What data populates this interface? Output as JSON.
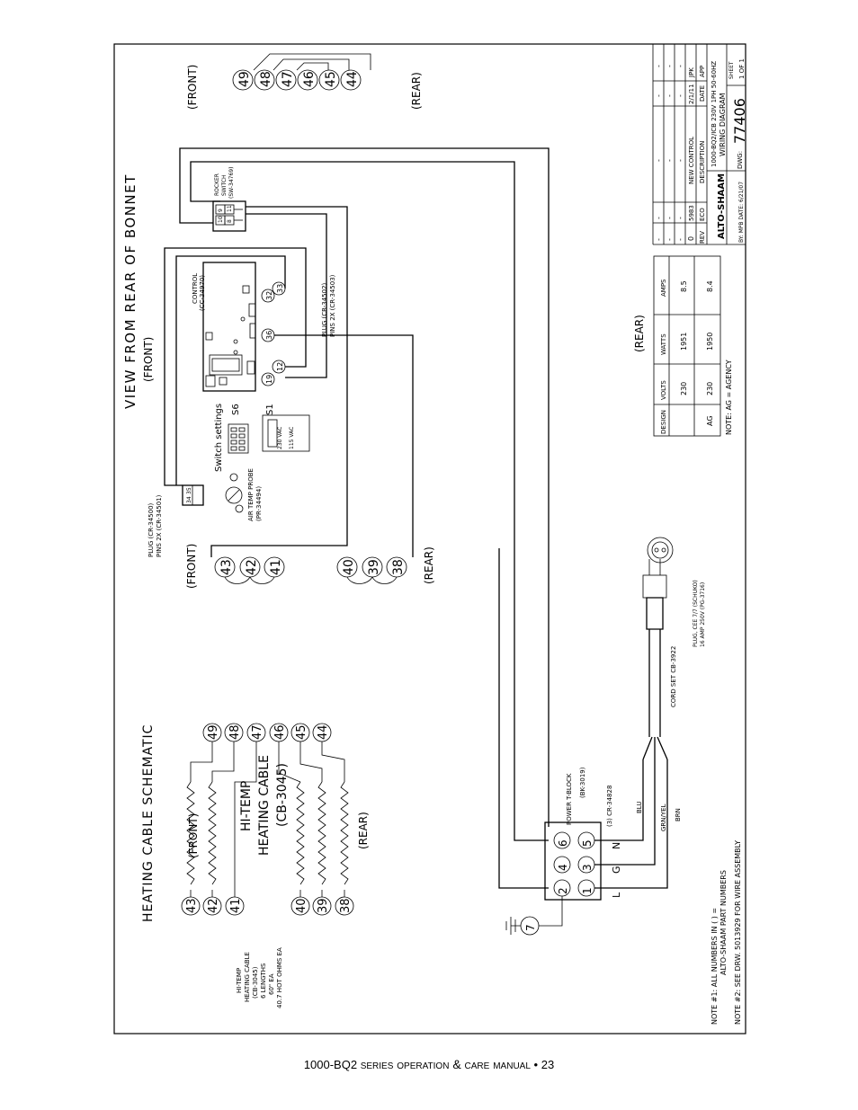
{
  "titles": {
    "main": "VIEW FROM REAR OF BONNET",
    "heating_schematic": "HEATING CABLE SCHEMATIC"
  },
  "labels": {
    "front": "(FRONT)",
    "rear": "(REAR)",
    "hi_temp_cable_line1": "HI-TEMP",
    "hi_temp_cable_line2": "HEATING CABLE",
    "hi_temp_cable_line3": "(CB-3045)",
    "control": "CONTROL",
    "control_part": "(CC-34970)",
    "rocker_line1": "ROCKER",
    "rocker_line2": "SWITCH",
    "rocker_part": "(SW-34769)",
    "plug_top_line1": "PLUG (CR-34502)",
    "plug_top_line2": "PINS 2X (CR-34503)",
    "plug_left_line1": "PLUG (CR-34500)",
    "plug_left_line2": "PINS 2X (CR-34501)",
    "switch_settings": "Switch settings",
    "s6": "S6",
    "s1": "S1",
    "vac_230": "230 VAC",
    "vac_115": "115 VAC",
    "air_probe_line1": "AIR TEMP PROBE",
    "air_probe_line2": "(PR-34494)",
    "tblock_line1": "POWER T-BLOCK",
    "tblock_line2": "(BK-3019)",
    "cr_34828": "(3) CR-34828",
    "blu": "BLU",
    "grn_yel": "GRN/YEL",
    "brn": "BRN",
    "cord_set": "CORD SET CB-3922",
    "plug_cord_line1": "PLUG, CEE 7/7 (SCHUKO)",
    "plug_cord_line2": "16 AMP 250V (PG-3716)",
    "letter_L": "L",
    "letter_G": "G",
    "letter_N": "N",
    "note1_line1": "NOTE #1: ALL NUMBERS IN ( ) =",
    "note1_line2": "ALTO-SHAAM PART NUMBERS",
    "note2": "NOTE #2: SEE DRW. 5013929 FOR WIRE ASSEMBLY",
    "side_line1": "HI-TEMP",
    "side_line2": "HEATING CABLE",
    "side_line3": "(CB-3045)",
    "side_line4": "6 LENGTHS",
    "side_line5": "60\" EA",
    "side_line6": "40.7 HOT OHMS EA"
  },
  "terminals": {
    "t49": "49",
    "t48": "48",
    "t47": "47",
    "t46": "46",
    "t45": "45",
    "t44": "44",
    "t43": "43",
    "t42": "42",
    "t41": "41",
    "t40": "40",
    "t39": "39",
    "t38": "38",
    "t32": "32",
    "t33": "33",
    "t36": "36",
    "t19": "19",
    "t12": "12",
    "t2": "2",
    "t1": "1",
    "t4": "4",
    "t3": "3",
    "t6": "6",
    "t5": "5",
    "t7": "7",
    "rk9": "9",
    "rk11": "11",
    "rk10": "10",
    "rk8": "8",
    "pl34": "34",
    "pl35": "35"
  },
  "design_table": {
    "headers": [
      "DESIGN",
      "VOLTS",
      "WATTS",
      "AMPS"
    ],
    "rows": [
      [
        "",
        "230",
        "1951",
        "8.5"
      ],
      [
        "AG",
        "230",
        "1950",
        "8.4"
      ]
    ],
    "note": "NOTE: AG = AGENCY"
  },
  "title_block": {
    "rev_header": [
      "REV",
      "ECO",
      "DESCRIPTION",
      "DATE",
      "APP"
    ],
    "rev_rows": [
      [
        "-",
        "-",
        "-",
        "-",
        "-"
      ],
      [
        "-",
        "-",
        "-",
        "-",
        "-"
      ],
      [
        "-",
        "-",
        "-",
        "-",
        "-"
      ],
      [
        "0",
        "5983",
        "NEW CONTROL",
        "2/1/11",
        "JPK"
      ]
    ],
    "company": "ALTO-SHAAM",
    "model": "1000-BQ2/ICB 230V 1PH 50-60HZ",
    "doc_title": "WIRING DIAGRAM",
    "dwg_label": "DWG:",
    "dwg_number": "77406",
    "sheet_label": "SHEET",
    "sheet_value": "1 OF 1",
    "by": "BY: MPB DATE: 6/21/07"
  },
  "footer": {
    "model": "1000-BQ2",
    "text": "series operation & care manual",
    "bullet": "•",
    "page": "23"
  }
}
